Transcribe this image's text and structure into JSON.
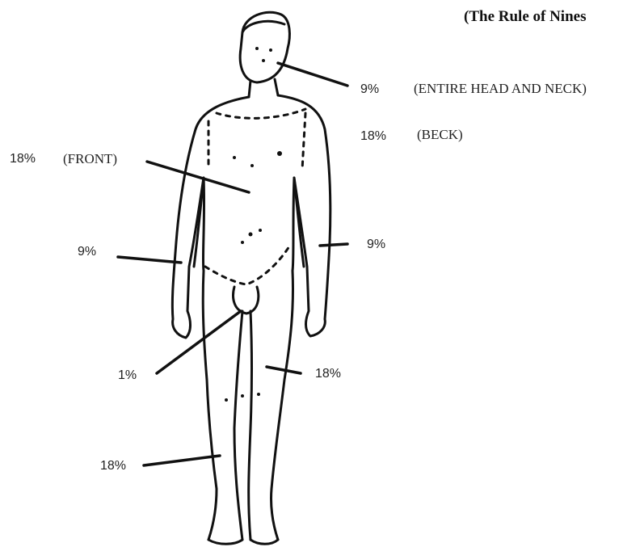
{
  "title": "(The Rule of Nines",
  "labels": {
    "head_pct": "9%",
    "head_note": "(ENTIRE HEAD AND NECK)",
    "back_pct": "18%",
    "back_note": "(BECK)",
    "front_pct": "18%",
    "front_note": "(FRONT)",
    "left_arm_pct": "9%",
    "right_arm_pct": "9%",
    "genital_pct": "1%",
    "right_leg_pct": "18%",
    "left_leg_pct": "18%"
  }
}
